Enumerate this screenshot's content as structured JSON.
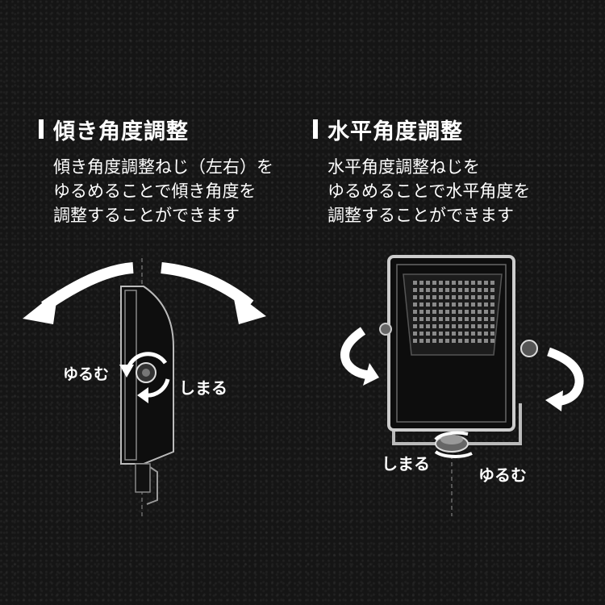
{
  "tilt": {
    "title": "傾き角度調整",
    "desc_lines": [
      "傾き角度調整ねじ（左右）を",
      "ゆるめることで傾き角度を",
      "調整することができます"
    ],
    "loosen_label": "ゆるむ",
    "tighten_label": "しまる"
  },
  "horizontal": {
    "title": "水平角度調整",
    "desc_lines": [
      "水平角度調整ねじを",
      "ゆるめることで水平角度を",
      "調整することができます"
    ],
    "tighten_label": "しまる",
    "loosen_label": "ゆるむ"
  }
}
